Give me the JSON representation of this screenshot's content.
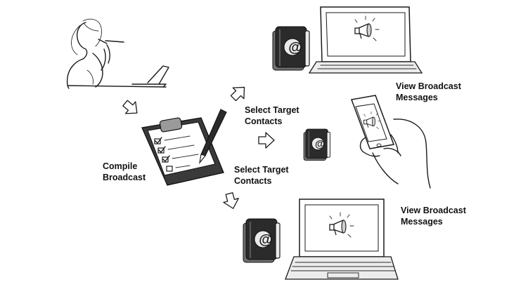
{
  "labels": {
    "compile": [
      "Compile",
      "Broadcast"
    ],
    "select_top": [
      "Select Target",
      "Contacts"
    ],
    "select_bottom": [
      "Select Target",
      "Contacts"
    ],
    "view_top": [
      "View Broadcast",
      "Messages"
    ],
    "view_bottom": [
      "View Broadcast",
      "Messages"
    ]
  },
  "address_book_symbol": "@",
  "colors": {
    "ink": "#1a1a1a",
    "paper": "#ffffff"
  },
  "icons": [
    "woman-at-laptop-illustration",
    "clipboard-checklist-icon",
    "pen-icon",
    "address-book-icon",
    "laptop-icon",
    "smartphone-in-hand-icon",
    "megaphone-icon",
    "arrow-icon"
  ]
}
